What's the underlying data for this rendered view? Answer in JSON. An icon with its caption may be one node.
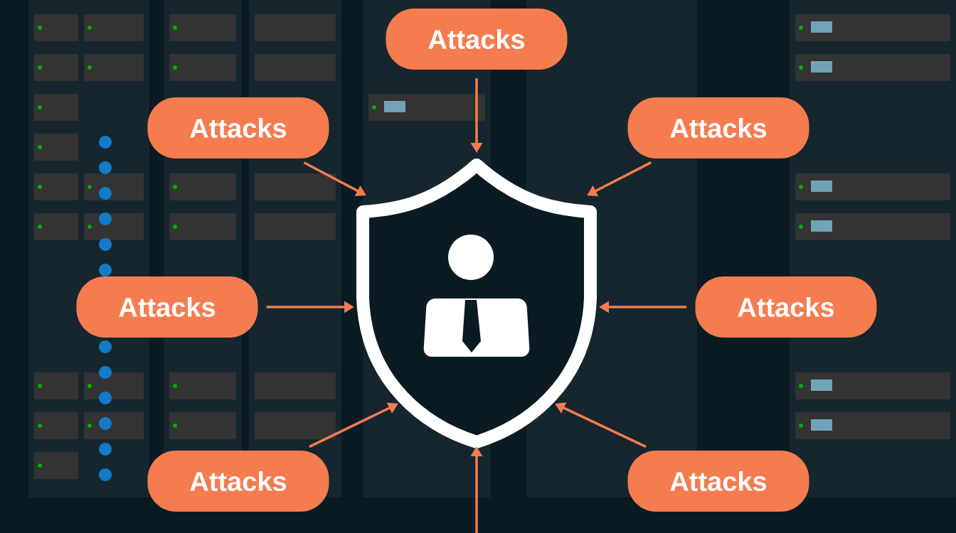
{
  "diagram": {
    "nodes": [
      {
        "text": [
          "Attacks"
        ]
      },
      {
        "text": [
          "Attacks"
        ]
      },
      {
        "text": [
          "Attacks"
        ]
      },
      {
        "text": [
          "Attacks"
        ]
      },
      {
        "text": [
          "Attacks"
        ]
      },
      {
        "text": [
          "Attacks"
        ]
      },
      {
        "text": [
          "Attacks"
        ]
      },
      {
        "text": [],
        "shape": "picture"
      }
    ],
    "edges": [
      {
        "from": 0,
        "to": 7,
        "arrow": "to"
      },
      {
        "from": 1,
        "to": 7,
        "arrow": "to"
      },
      {
        "from": 2,
        "to": 7,
        "arrow": "to"
      },
      {
        "from": 3,
        "to": 7,
        "arrow": "to"
      },
      {
        "from": 4,
        "to": 7,
        "arrow": "to"
      },
      {
        "from": 5,
        "to": 7,
        "arrow": "to"
      },
      {
        "from": 6,
        "to": 7,
        "arrow": "to"
      },
      {
        "from": null,
        "to": 7,
        "arrow": "to"
      }
    ]
  }
}
